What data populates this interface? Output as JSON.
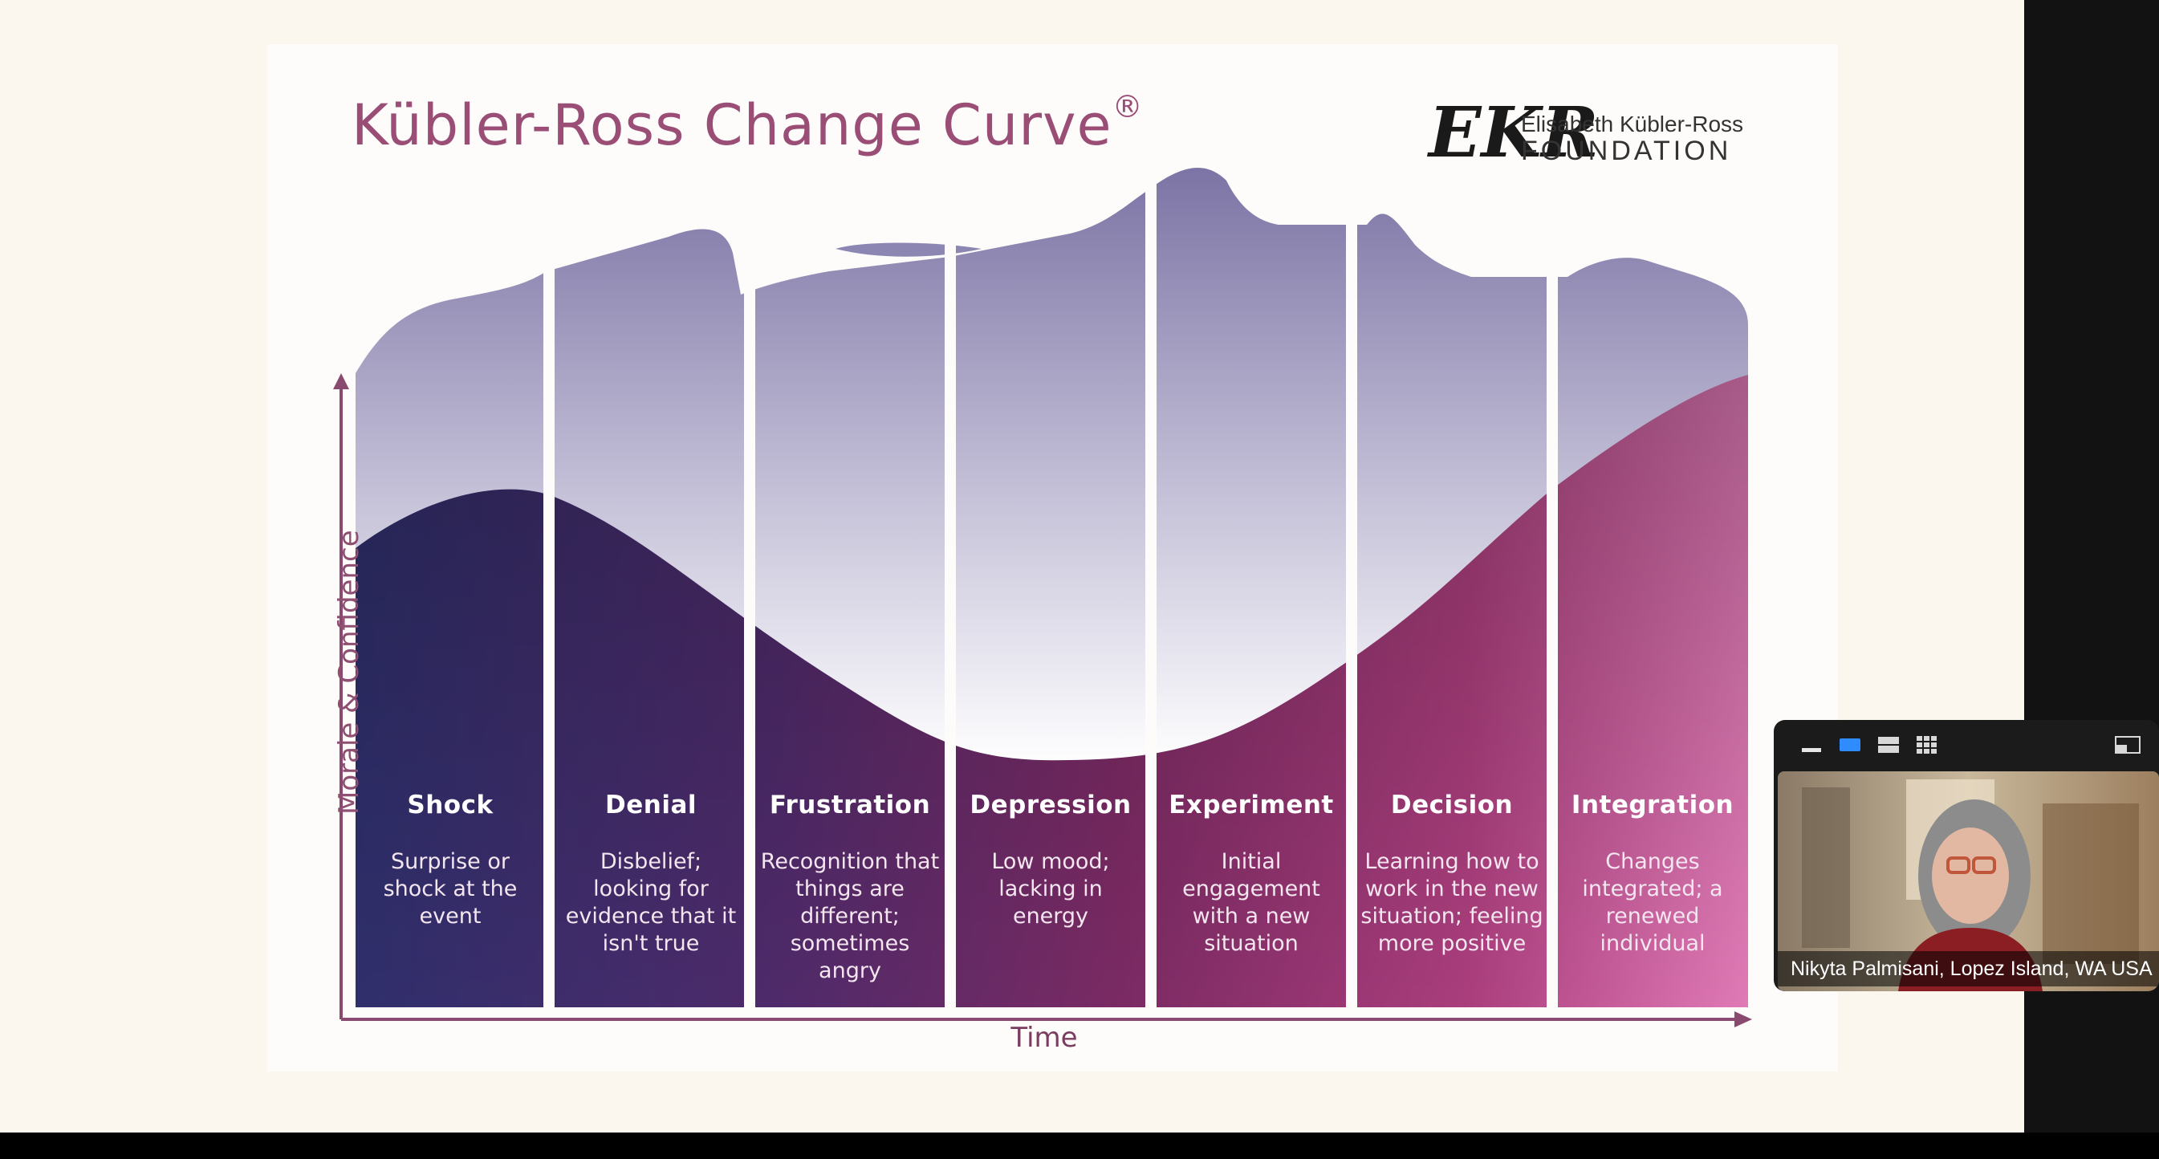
{
  "slide": {
    "title": "Kübler-Ross Change Curve",
    "title_mark": "®",
    "logo": {
      "mark": "EKR",
      "line1": "Elisabeth Kübler-Ross",
      "line2": "FOUNDATION"
    },
    "y_axis_label": "Morale & Confidence",
    "x_axis_label": "Time",
    "stages": [
      {
        "name": "Shock",
        "description": "Surprise or shock at the event",
        "color": "#3a2f6e"
      },
      {
        "name": "Denial",
        "description": "Disbelief; looking for evidence that it isn't true",
        "color": "#4a2c6c"
      },
      {
        "name": "Frustration",
        "description": "Recognition that things are different; sometimes angry",
        "color": "#5e2a68"
      },
      {
        "name": "Depression",
        "description": "Low mood; lacking in energy",
        "color": "#7d2a65"
      },
      {
        "name": "Experiment",
        "description": "Initial engagement with a new situation",
        "color": "#92306d"
      },
      {
        "name": "Decision",
        "description": "Learning how to work in the new situation; feeling more positive",
        "color": "#b84687"
      },
      {
        "name": "Integration",
        "description": "Changes integrated; a renewed individual",
        "color": "#d568a8"
      }
    ],
    "colors": {
      "title": "#9a4e76",
      "sky_top": "#7b73a4",
      "sky_bottom": "#ffffff",
      "axis": "#8a4a70"
    }
  },
  "video_panel": {
    "participant_name": "Nikyta Palmisani, Lopez Island, WA USA",
    "toolbar_icons": [
      "minimize-icon",
      "speaker-view-icon",
      "strip-view-icon",
      "gallery-view-icon",
      "expand-icon"
    ]
  }
}
